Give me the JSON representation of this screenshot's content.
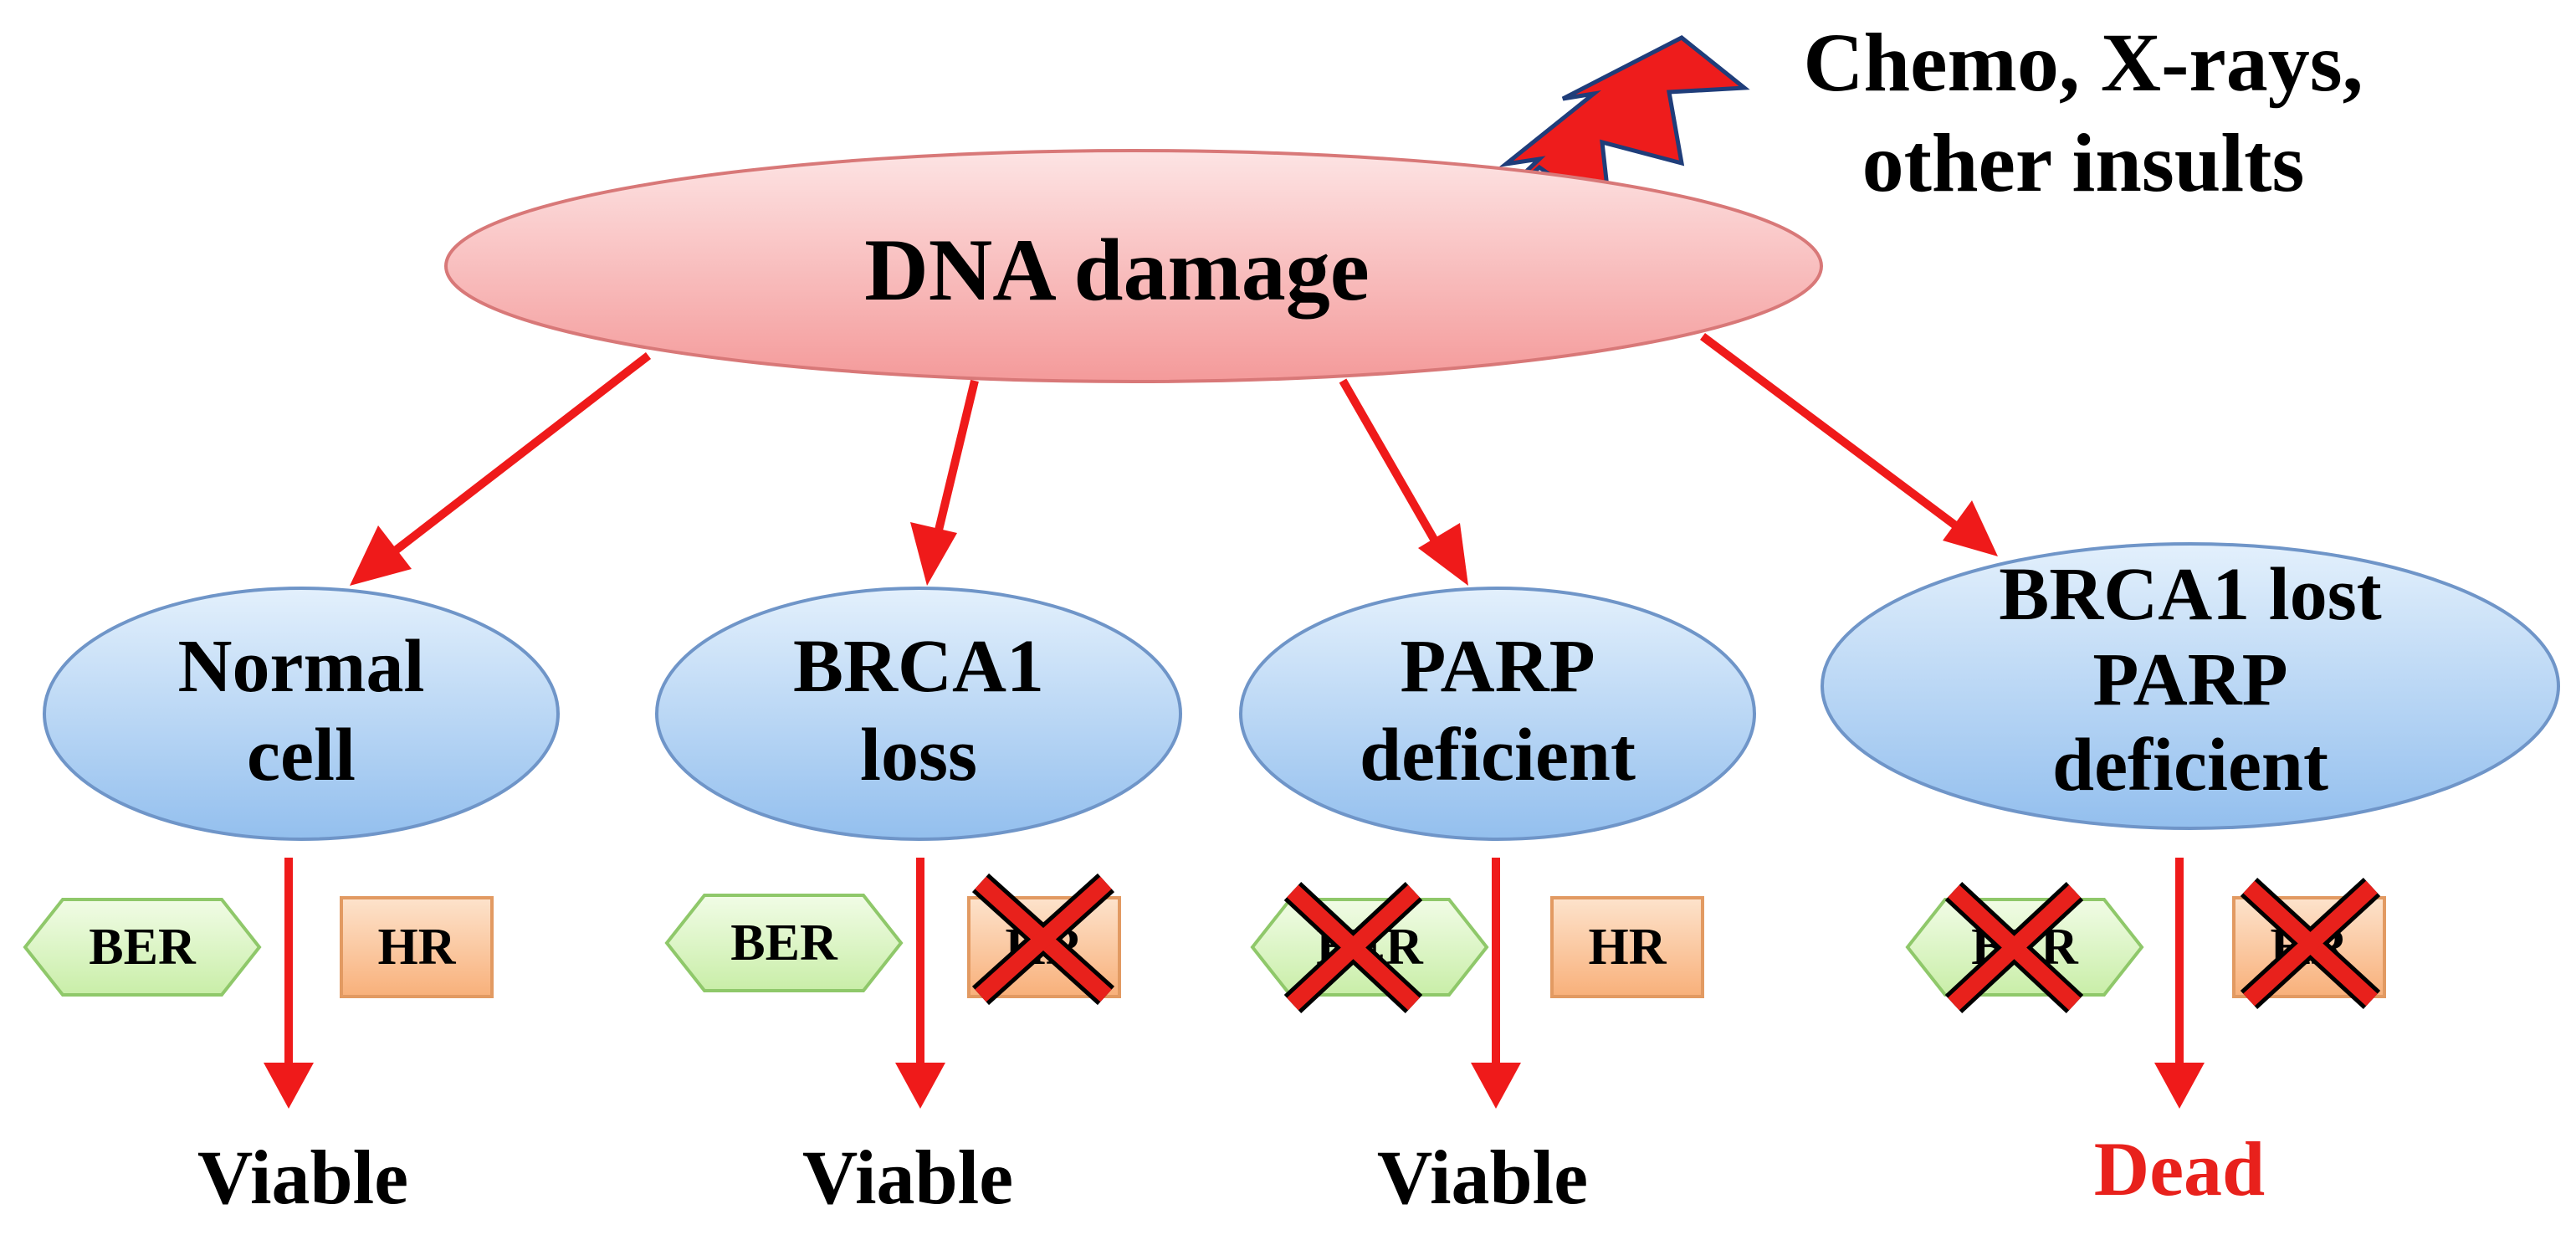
{
  "trigger": {
    "lines": [
      "Chemo, X-rays,",
      "other insults"
    ]
  },
  "root": {
    "label": "DNA damage"
  },
  "cases": [
    {
      "lines": [
        "Normal",
        "cell"
      ],
      "ber_label": "BER",
      "hr_label": "HR",
      "ber_blocked": false,
      "hr_blocked": false,
      "outcome": "Viable",
      "outcome_color": "#000000"
    },
    {
      "lines": [
        "BRCA1",
        "loss"
      ],
      "ber_label": "BER",
      "hr_label": "HR",
      "ber_blocked": false,
      "hr_blocked": true,
      "outcome": "Viable",
      "outcome_color": "#000000"
    },
    {
      "lines": [
        "PARP",
        "deficient"
      ],
      "ber_label": "BER",
      "hr_label": "HR",
      "ber_blocked": true,
      "hr_blocked": false,
      "outcome": "Viable",
      "outcome_color": "#000000"
    },
    {
      "lines": [
        "BRCA1 lost",
        "PARP",
        "deficient"
      ],
      "ber_label": "BER",
      "hr_label": "HR",
      "ber_blocked": true,
      "hr_blocked": true,
      "outcome": "Dead",
      "outcome_color": "#e8211c"
    }
  ],
  "colors": {
    "arrow": "#ef1a1a",
    "root_fill": "#f6b0b0",
    "case_fill": "#a9cdf1",
    "ber_fill": "#d8f5c0",
    "hr_fill": "#fbc79c",
    "cross": "#e8211c"
  }
}
